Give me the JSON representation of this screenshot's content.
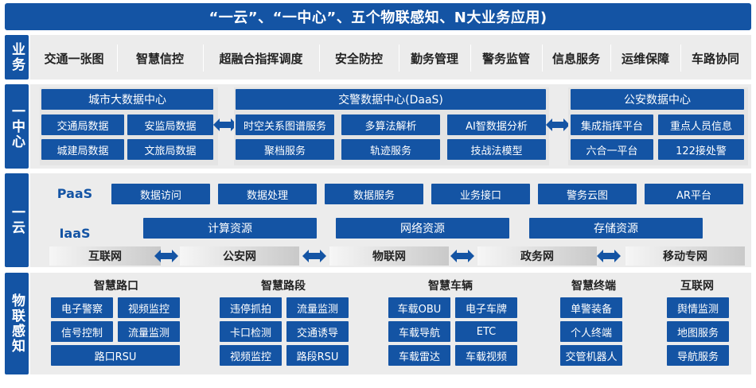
{
  "title": "“一云”、“一中心”、五个物联感知、N大业务应用)",
  "side_labels": {
    "biz": "业务",
    "center": "一中心",
    "cloud": "一云",
    "iot": "物联感知"
  },
  "business": [
    "交通一张图",
    "智慧信控",
    "超融合指挥调度",
    "安全防控",
    "勤务管理",
    "警务监管",
    "信息服务",
    "运维保障",
    "车路协同"
  ],
  "center": {
    "city": {
      "title": "城市大数据中心",
      "items": [
        "交通局数据",
        "安监局数据",
        "城建局数据",
        "文旅局数据"
      ]
    },
    "daas": {
      "title": "交警数据中心(DaaS)",
      "items": [
        "时空关系图谱服务",
        "多算法解析",
        "AI智数据分析",
        "聚档服务",
        "轨迹服务",
        "技战法模型"
      ]
    },
    "police": {
      "title": "公安数据中心",
      "items": [
        "集成指挥平台",
        "重点人员信息",
        "六合一平台",
        "122接处警"
      ]
    }
  },
  "cloud": {
    "paas_label": "PaaS",
    "paas": [
      "数据访问",
      "数据处理",
      "数据服务",
      "业务接口",
      "警务云图",
      "AR平台"
    ],
    "iaas_label": "IaaS",
    "iaas": [
      "计算资源",
      "网络资源",
      "存储资源"
    ],
    "networks": [
      "互联网",
      "公安网",
      "物联网",
      "政务网",
      "移动专网"
    ]
  },
  "iot": {
    "groups": [
      {
        "title": "智慧路口",
        "items": [
          "电子警察",
          "视频监控",
          "信号控制",
          "流量监测"
        ],
        "bottom": "路口RSU"
      },
      {
        "title": "智慧路段",
        "items": [
          "违停抓拍",
          "流量监测",
          "卡口检测",
          "交通诱导",
          "视频监控",
          "路段RSU"
        ]
      },
      {
        "title": "智慧车辆",
        "items": [
          "车载OBU",
          "电子车牌",
          "车载导航",
          "ETC",
          "车载雷达",
          "车载视频"
        ]
      },
      {
        "title": "智慧终端",
        "items": [
          "单警装备",
          "个人终端",
          "交管机器人"
        ]
      },
      {
        "title": "互联网",
        "items": [
          "舆情监测",
          "地图服务",
          "导航服务"
        ]
      }
    ]
  },
  "colors": {
    "primary": "#1454a4",
    "panel": "#ececec"
  }
}
